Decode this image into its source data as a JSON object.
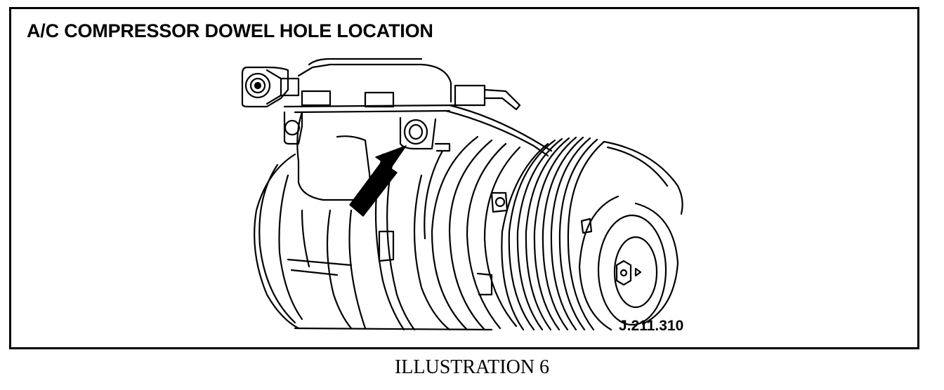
{
  "figure": {
    "title": "A/C COMPRESSOR DOWEL HOLE LOCATION",
    "reference_code": "J.211.310",
    "caption": "ILLUSTRATION 6"
  }
}
